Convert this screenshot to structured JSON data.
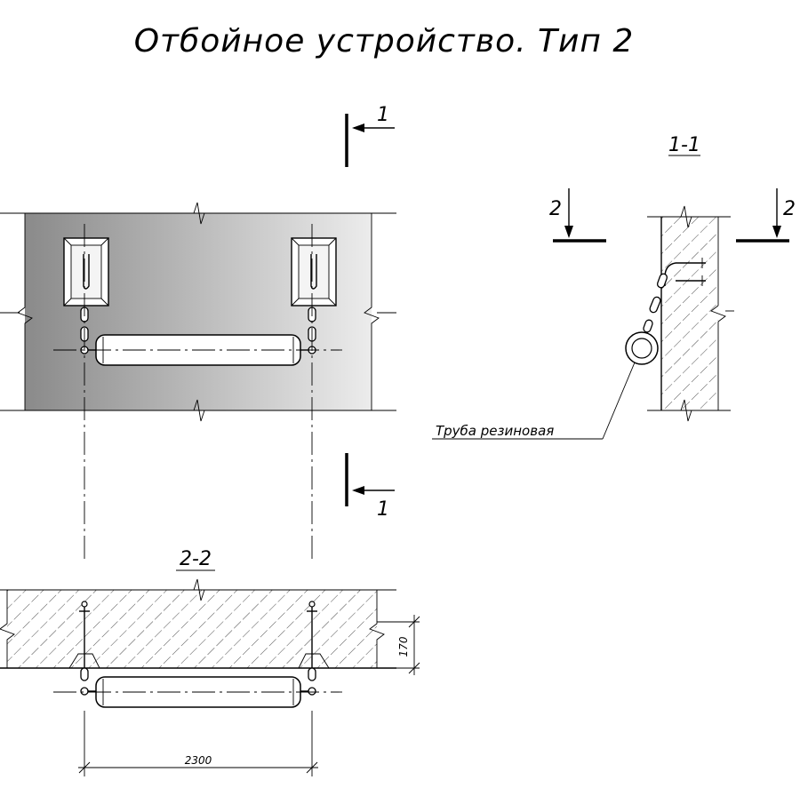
{
  "title": "Отбойное устройство. Тип 2",
  "labels": {
    "cut_1_top": "1",
    "cut_1_bottom": "1",
    "section_1_1": "1-1",
    "cut_2_left": "2",
    "cut_2_right": "2",
    "section_2_2": "2-2",
    "pipe_note": "Труба резиновая"
  },
  "dimensions": {
    "length": "2300",
    "thickness": "170"
  },
  "colors": {
    "plate_dark": "#8a8a8a",
    "plate_light": "#ececec",
    "line": "#000000"
  }
}
